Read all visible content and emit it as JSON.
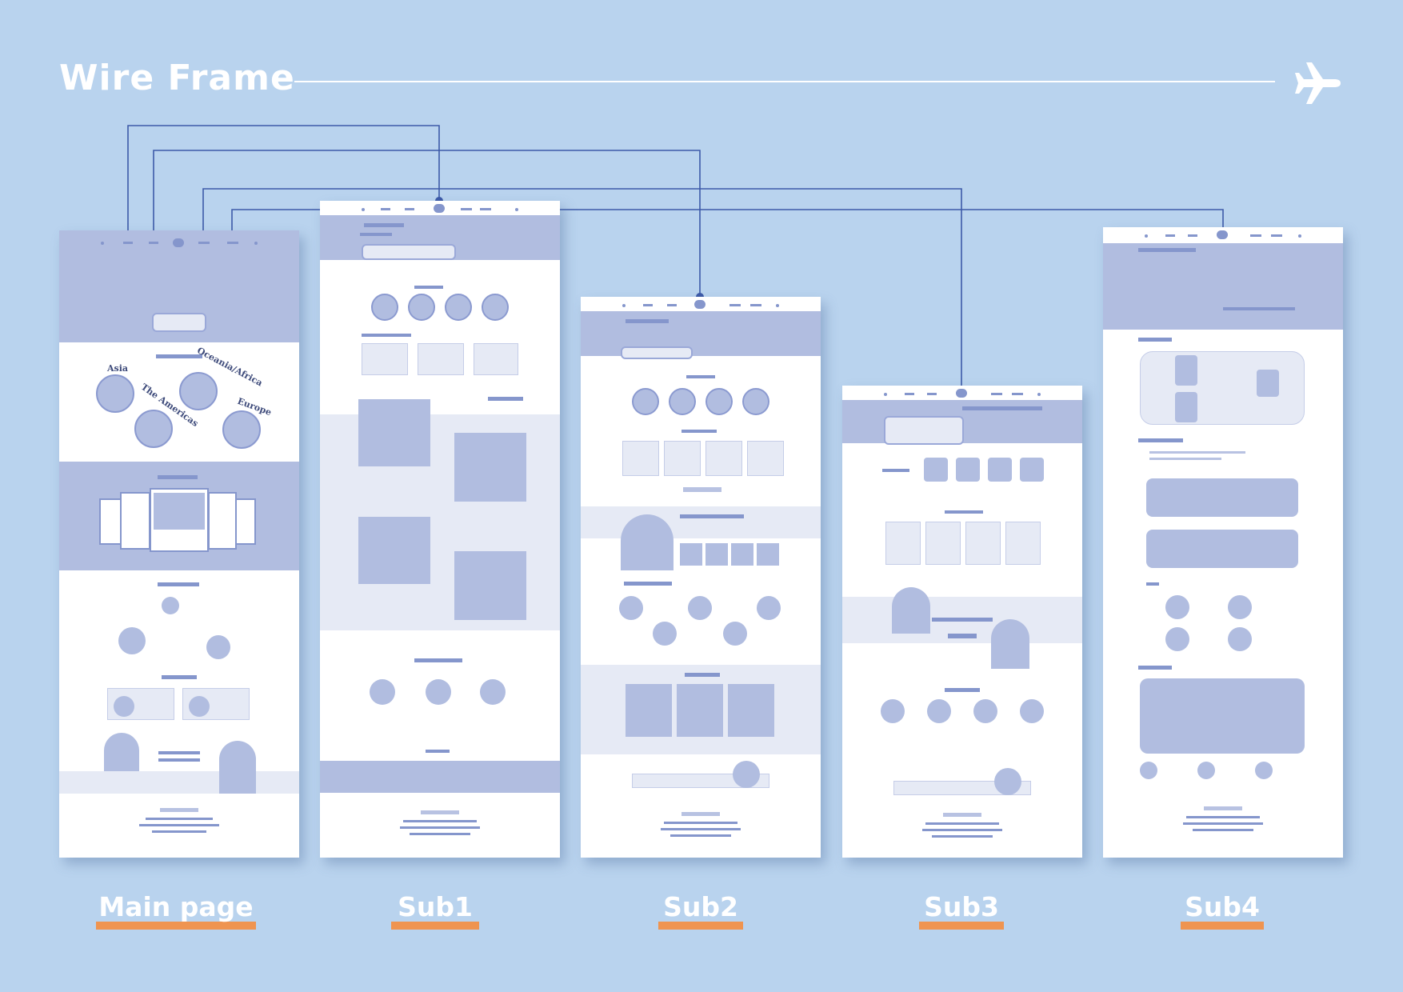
{
  "title": "Wire Frame",
  "icons": {
    "plane": "airplane-icon"
  },
  "colors": {
    "background": "#b9d3ee",
    "wireframe_block": "#b1bde0",
    "wireframe_accent": "#8596cc",
    "connector_line": "#3d5aa8",
    "label_underline": "#ef9450"
  },
  "pages": [
    {
      "label": "Main page"
    },
    {
      "label": "Sub1"
    },
    {
      "label": "Sub2"
    },
    {
      "label": "Sub3"
    },
    {
      "label": "Sub4"
    }
  ],
  "main_page": {
    "regions": [
      "Asia",
      "Oceania/Africa",
      "The Americas",
      "Europe"
    ]
  }
}
